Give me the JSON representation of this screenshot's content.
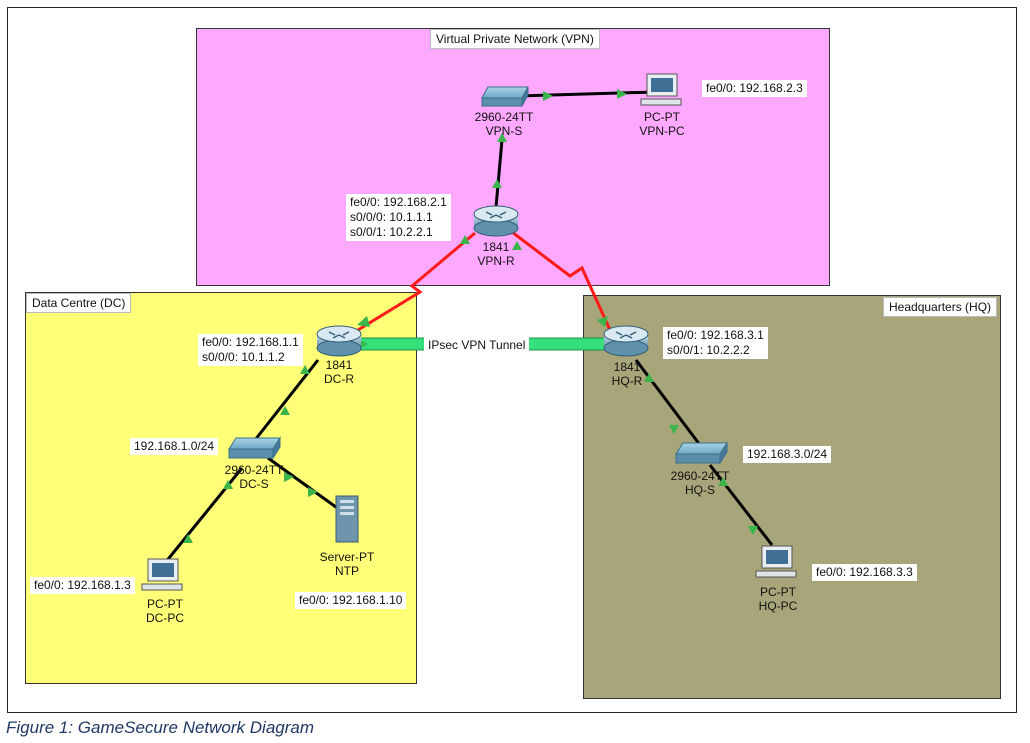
{
  "areas": {
    "vpn": "Virtual Private Network (VPN)",
    "dc": "Data Centre (DC)",
    "hq": "Headquarters (HQ)"
  },
  "devices": {
    "vpn_s": {
      "model": "2960-24TT",
      "name": "VPN-S"
    },
    "vpn_pc": {
      "model": "PC-PT",
      "name": "VPN-PC"
    },
    "vpn_r": {
      "model": "1841",
      "name": "VPN-R"
    },
    "dc_r": {
      "model": "1841",
      "name": "DC-R"
    },
    "dc_s": {
      "model": "2960-24TT",
      "name": "DC-S"
    },
    "dc_pc": {
      "model": "PC-PT",
      "name": "DC-PC"
    },
    "ntp": {
      "model": "Server-PT",
      "name": "NTP"
    },
    "hq_r": {
      "model": "1841",
      "name": "HQ-R"
    },
    "hq_s": {
      "model": "2960-24TT",
      "name": "HQ-S"
    },
    "hq_pc": {
      "model": "PC-PT",
      "name": "HQ-PC"
    }
  },
  "labels": {
    "vpn_pc_ip": "fe0/0: 192.168.2.3",
    "vpn_r_ip1": "fe0/0: 192.168.2.1",
    "vpn_r_ip2": "s0/0/0: 10.1.1.1",
    "vpn_r_ip3": "s0/0/1: 10.2.2.1",
    "dc_r_ip1": "fe0/0: 192.168.1.1",
    "dc_r_ip2": "s0/0/0: 10.1.1.2",
    "dc_net": "192.168.1.0/24",
    "dc_pc_ip": "fe0/0: 192.168.1.3",
    "ntp_ip": "fe0/0: 192.168.1.10",
    "hq_r_ip1": "fe0/0: 192.168.3.1",
    "hq_r_ip2": "s0/0/1: 10.2.2.2",
    "hq_net": "192.168.3.0/24",
    "hq_pc_ip": "fe0/0: 192.168.3.3"
  },
  "tunnel_label": "IPsec VPN Tunnel",
  "caption": "Figure 1: GameSecure Network Diagram",
  "colors": {
    "vpn_area": "#ffa8ff",
    "dc_area": "#ffff78",
    "hq_area": "#a9a57a",
    "serial_link": "#ff1a1a",
    "tunnel": "#33e07a",
    "link_up": "#39b54a"
  }
}
